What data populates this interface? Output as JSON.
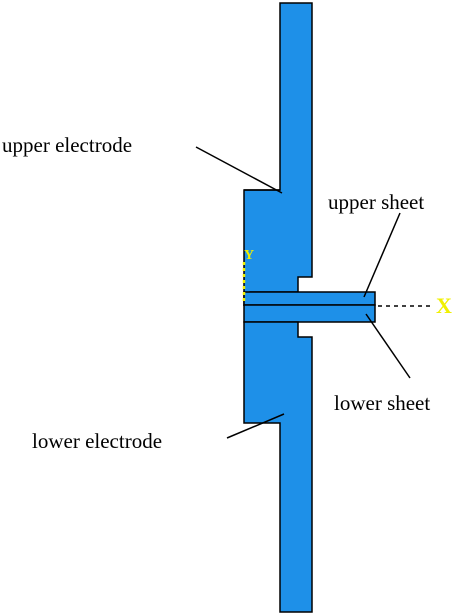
{
  "labels": {
    "upper_electrode": "upper electrode",
    "upper_sheet": "upper sheet",
    "lower_sheet": "lower sheet",
    "lower_electrode": "lower electrode"
  },
  "axes": {
    "x_label": "X",
    "y_label": "Y"
  },
  "colors": {
    "part_fill": "#1e90e8",
    "outline": "#000000",
    "axis_marker": "#f0f000",
    "background": "#ffffff"
  }
}
